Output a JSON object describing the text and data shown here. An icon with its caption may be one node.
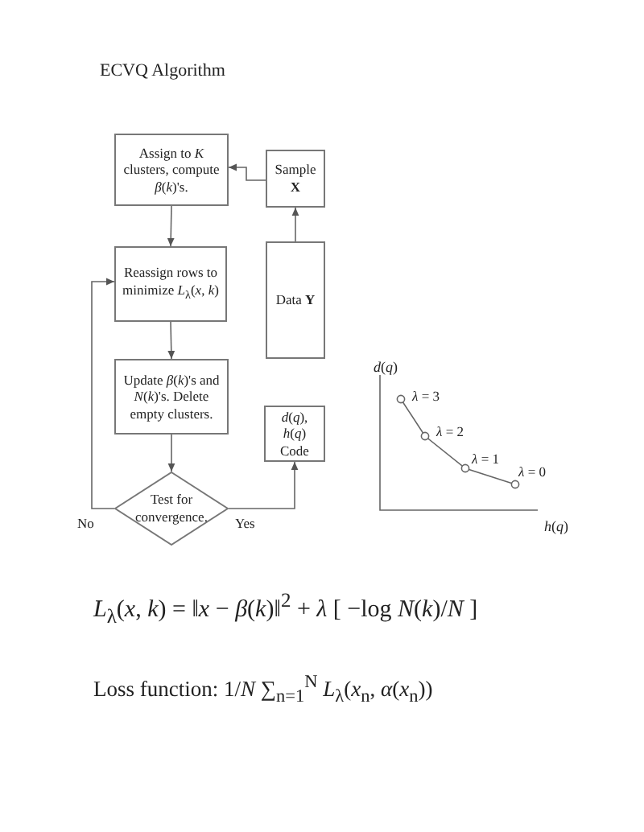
{
  "diagram": {
    "title": "ECVQ Algorithm",
    "nodes": [
      {
        "text": [
          "Assign to *K* clusters, compute *β*(*k*)'s."
        ]
      },
      {
        "text": [
          "Sample **X**"
        ]
      },
      {
        "text": [
          "Data **Y**"
        ]
      },
      {
        "text": [
          "Reassign rows to minimize *L*$_{λ}$(*x*, *k*)"
        ]
      },
      {
        "text": [
          "Update *β*(*k*)'s and *N*(*k*)'s. Delete empty clusters."
        ]
      },
      {
        "text": [
          "Test for convergence."
        ]
      },
      {
        "text": [
          "*d*(*q*), *h*(*q*) Code"
        ]
      }
    ],
    "edges": [
      {
        "from": 1,
        "to": 0,
        "arrow": "to"
      },
      {
        "from": 2,
        "to": 1,
        "arrow": "to"
      },
      {
        "from": 0,
        "to": 3,
        "arrow": "to"
      },
      {
        "from": 3,
        "to": 4,
        "arrow": "to"
      },
      {
        "from": 4,
        "to": 5,
        "arrow": "to"
      },
      {
        "from": 5,
        "to": 3,
        "arrow": "to",
        "label": "No"
      },
      {
        "from": 5,
        "to": 6,
        "arrow": "to",
        "label": "Yes"
      }
    ],
    "labels": [
      "*d*(*q*)",
      "*λ* = 3",
      "*λ* = 2",
      "*λ* = 1",
      "*λ* = 0",
      "*h*(*q*)",
      "*L*$_{λ}$(*x*, *k*) = ‖*x* − *β*(*k*)‖$^{2}$ + *λ* [ −log *N*(*k*)/*N* ]",
      "Loss function: 1/*N* ∑$_{n=1}$$^{N}$ *L*$_{λ}$(*x*$_{n}$, *α*(*x*$_{n}$))"
    ]
  }
}
